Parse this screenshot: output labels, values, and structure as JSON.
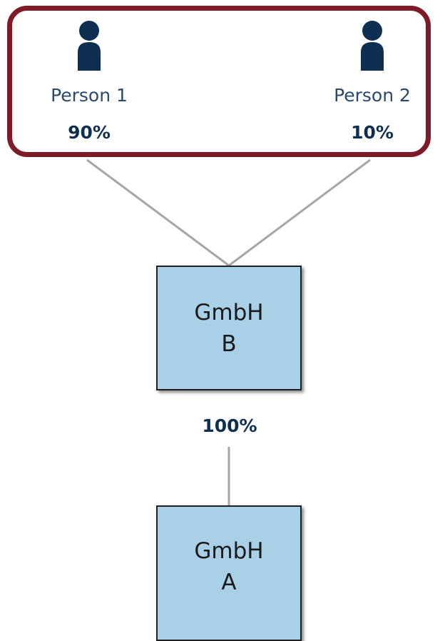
{
  "owners": [
    {
      "label": "Person 1",
      "share": "90%",
      "icon": "person-icon"
    },
    {
      "label": "Person 2",
      "share": "10%",
      "icon": "person-icon"
    }
  ],
  "company_b": {
    "line1": "GmbH",
    "line2": "B"
  },
  "company_a": {
    "line1": "GmbH",
    "line2": "A"
  },
  "subsidiary_share": "100%",
  "colors": {
    "owners_border": "#7d1b28",
    "company_fill": "#a9d0e6",
    "text_dark": "#0f2f52",
    "connector": "#a6a6a6"
  }
}
